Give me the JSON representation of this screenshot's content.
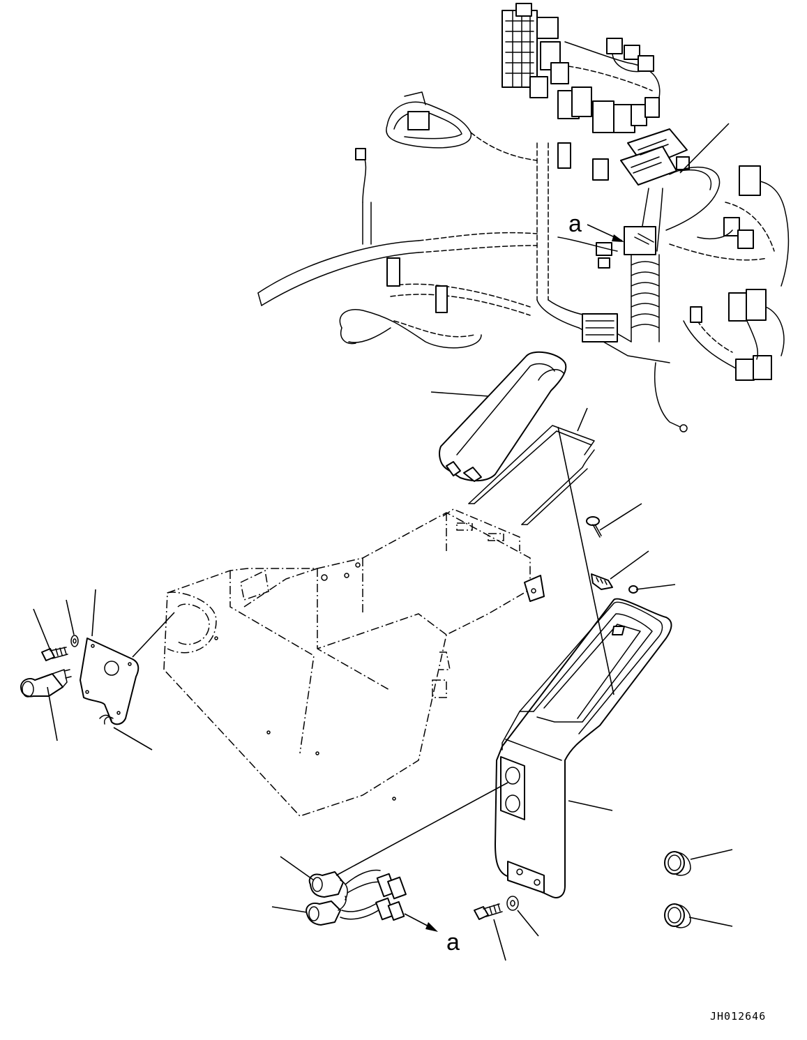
{
  "diagram": {
    "view_marker_top": "a",
    "view_marker_bottom": "a",
    "drawing_code": "JH012646"
  },
  "colors": {
    "line": "#000000",
    "background": "#ffffff"
  }
}
